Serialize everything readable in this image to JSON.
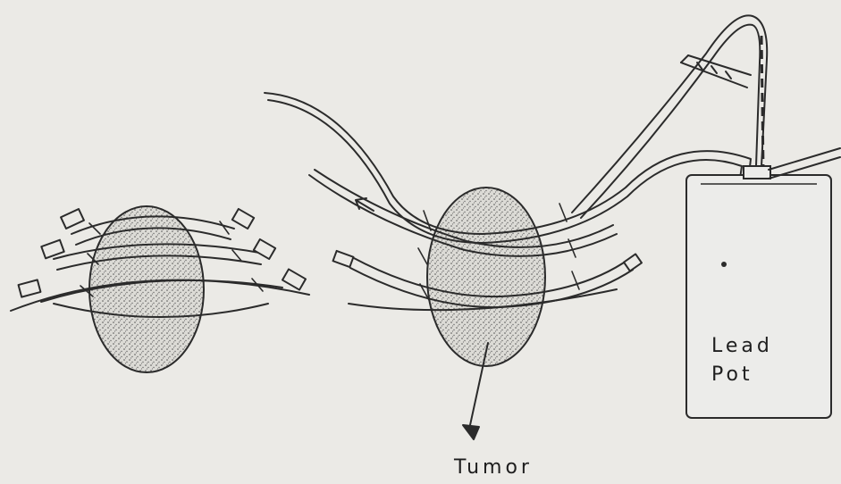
{
  "labels": {
    "tumor": "Tumor",
    "lead_pot_line1": "Lead",
    "lead_pot_line2": "Pot"
  },
  "colors": {
    "paper": "#ebeae6",
    "ink": "#2b2b2b",
    "tumor_fill": "#d6d5d0"
  }
}
